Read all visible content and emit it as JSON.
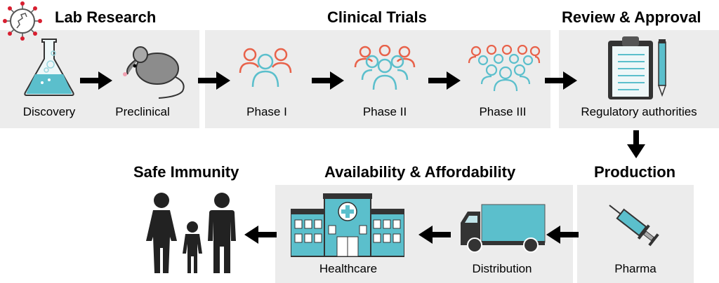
{
  "sections": {
    "lab_research": "Lab Research",
    "clinical_trials": "Clinical Trials",
    "review_approval": "Review & Approval",
    "production": "Production",
    "availability": "Availability & Affordability",
    "safe_immunity": "Safe Immunity"
  },
  "steps": {
    "discovery": "Discovery",
    "preclinical": "Preclinical",
    "phase1": "Phase I",
    "phase2": "Phase II",
    "phase3": "Phase III",
    "regulatory": "Regulatory authorities",
    "pharma": "Pharma",
    "distribution": "Distribution",
    "healthcare": "Healthcare"
  },
  "icons": {
    "virus": "virus-icon",
    "flask": "flask-icon",
    "mouse": "mouse-icon",
    "people": "people-group-icon",
    "clipboard": "clipboard-icon",
    "syringe": "syringe-icon",
    "truck": "truck-icon",
    "hospital": "hospital-icon",
    "family": "family-icon"
  },
  "colors": {
    "panel": "#ececec",
    "teal": "#5bbfcc",
    "orange": "#e8624a",
    "red": "#d81f30",
    "dark": "#222222"
  }
}
